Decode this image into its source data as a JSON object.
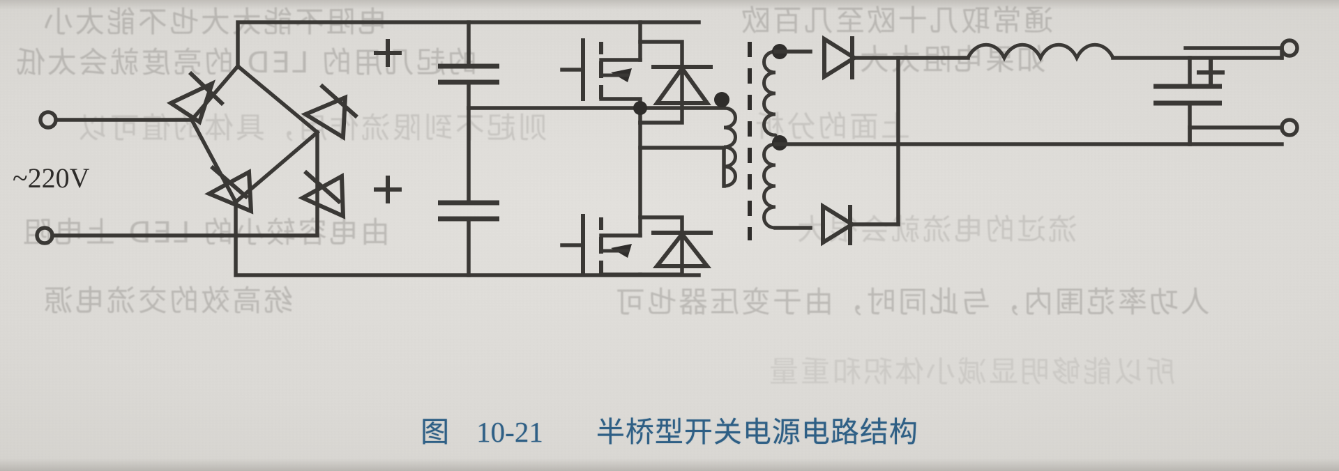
{
  "figure": {
    "caption_prefix": "图",
    "caption_number": "10-21",
    "caption_title": "半桥型开关电源电路结构",
    "caption_color": "#2e5f85",
    "ink_color": "#3a3835",
    "paper_color": "#dcdad6"
  },
  "labels": {
    "ac_input": "~220V"
  },
  "bleed_text": {
    "row1_left": "电阻不能太大也不能太小",
    "row1_right": "通常取几十欧至几百欧",
    "row2_left": "的起几用的 LED 的亮度就会太低",
    "row2_right": "如果电阻太大",
    "row3_left": "则起不到限流作用，具体的值可以",
    "row3_right": "上面的分析",
    "row4_left": "由电容较小的 LED 上电阻",
    "row4_right": "流过的电流就会很大",
    "row5_left": "统高效的交流电源",
    "row5_right": "人功率范围内，与此同时，由于变压器也可",
    "row6_left": "所以能够明显减小体积和重量"
  },
  "circuit": {
    "title": "half-bridge switching power supply",
    "components": {
      "ac_terminals": [
        "ac-terminal-top",
        "ac-terminal-bottom"
      ],
      "bridge_rectifier_diodes": 4,
      "bulk_capacitors": 2,
      "bulk_capacitor_polarity": "+",
      "mosfets": 2,
      "mosfet_body_diodes": 2,
      "transformer_primary_turns": 4,
      "transformer_secondary_upper_turns": 4,
      "transformer_secondary_lower_turns": 4,
      "transformer_core": "dashed-line",
      "polarity_dots": 3,
      "output_rectifier_diodes": 2,
      "filter_inductor_turns": 4,
      "output_capacitor_polarity": "+",
      "output_terminals": [
        "dc-terminal-positive",
        "dc-terminal-negative"
      ]
    }
  }
}
